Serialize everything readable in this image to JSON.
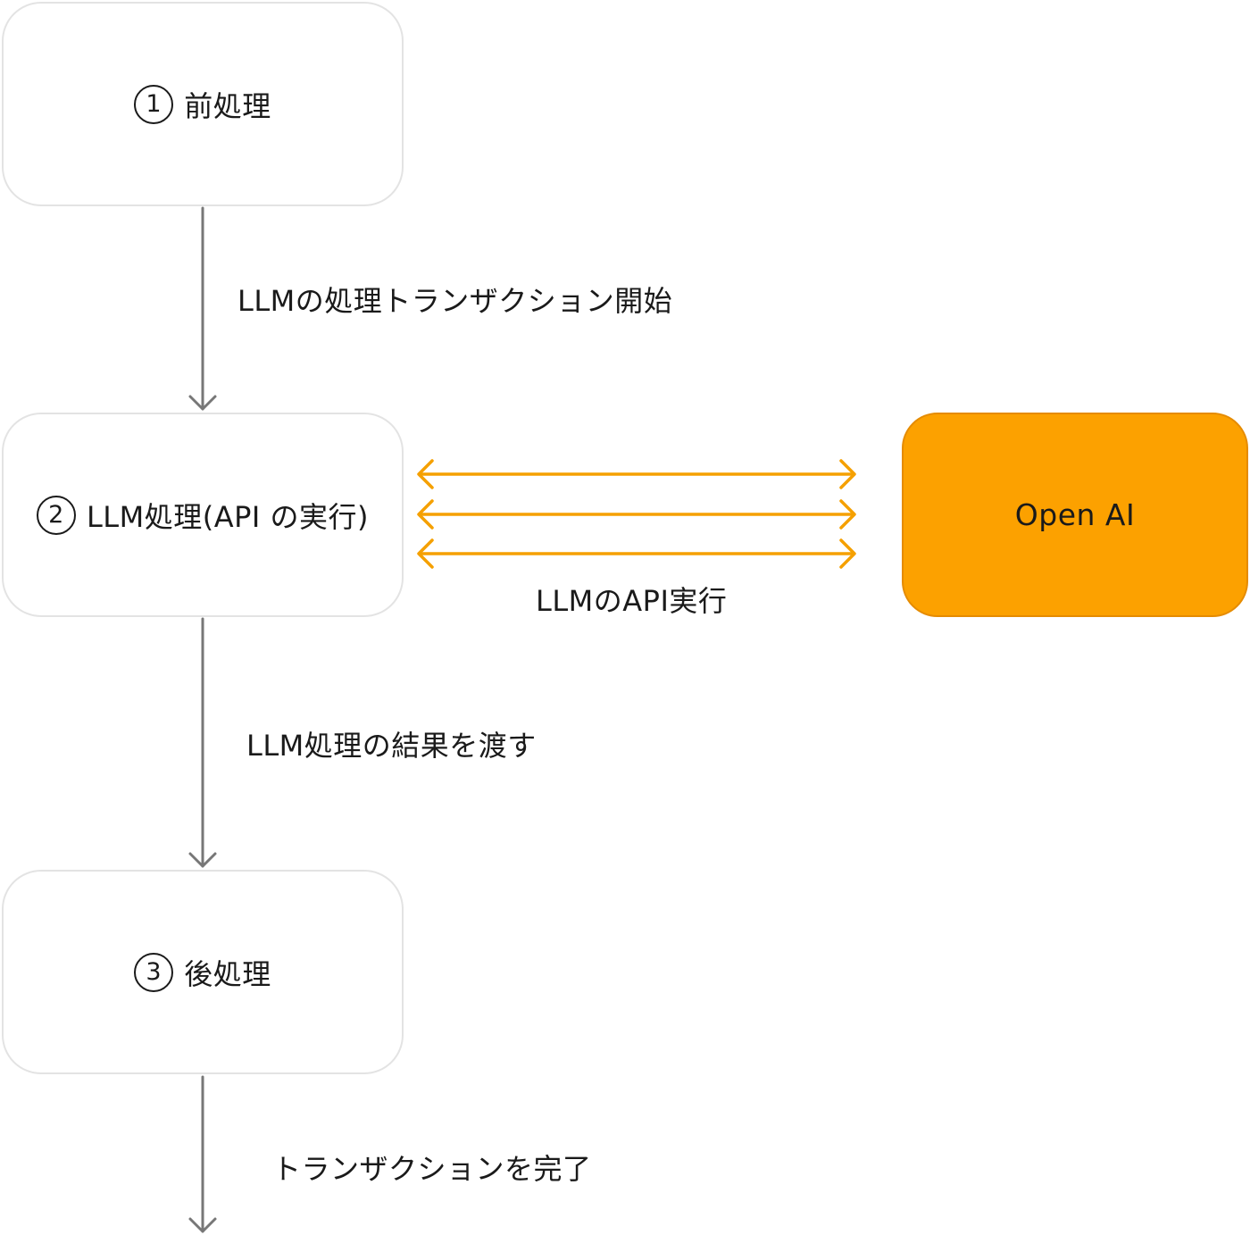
{
  "colors": {
    "node_border": "#e3e3e3",
    "vertical_arrow": "#777777",
    "api_arrow": "#f5a000",
    "openai_fill": "#fca100",
    "openai_border": "#e58b00",
    "text": "#1a1a1a"
  },
  "nodes": {
    "preprocess": {
      "number": "1",
      "label": "前処理"
    },
    "llm": {
      "number": "2",
      "label": "LLM処理(API の実行)"
    },
    "postprocess": {
      "number": "3",
      "label": "後処理"
    },
    "openai": {
      "label": "Open AI"
    }
  },
  "edges": {
    "start_transaction": "LLMの処理トランザクション開始",
    "api_call": "LLMのAPI実行",
    "pass_result": "LLM処理の結果を渡す",
    "complete_transaction": "トランザクションを完了"
  }
}
